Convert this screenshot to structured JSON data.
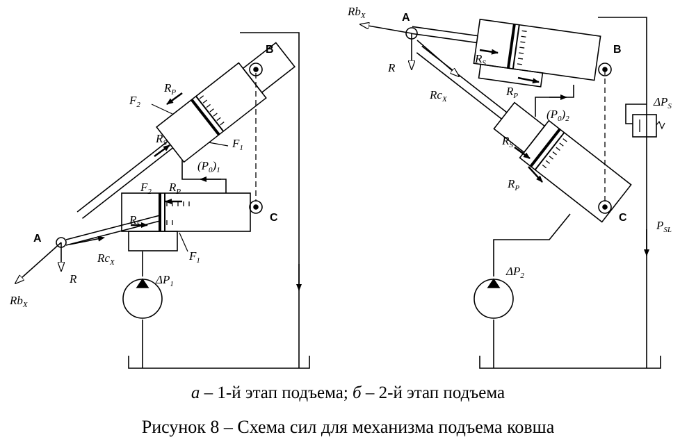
{
  "caption": {
    "a": "а",
    "stage1": "– 1-й этап подъема;",
    "b": "б",
    "stage2": "– 2-й этап подъема",
    "title": "Рисунок 8 – Схема сил для механизма подъема ковша"
  },
  "left": {
    "A": "A",
    "B": "B",
    "C": "C",
    "R": "R",
    "Rb": "Rb",
    "Rb_sub": "X",
    "Rc": "Rc",
    "Rc_sub": "X",
    "F2": "F",
    "F2_sub": "2",
    "F1": "F",
    "F1_sub": "1",
    "Rp": "R",
    "Rp_sub": "P",
    "Rs": "R",
    "Rs_sub": "S",
    "P0": "(P",
    "P0_sub": "0",
    "P0_close": ")",
    "P0_sub2": "1",
    "dP": "ΔP",
    "dP_sub": "1"
  },
  "right": {
    "A": "A",
    "B": "B",
    "C": "C",
    "R": "R",
    "Rb": "Rb",
    "Rb_sub": "X",
    "Rc": "Rc",
    "Rc_sub": "X",
    "Rp": "R",
    "Rp_sub": "P",
    "Rs": "R",
    "Rs_sub": "S",
    "P0": "(P",
    "P0_sub": "0",
    "P0_close": ")",
    "P0_sub2": "2",
    "dP": "ΔP",
    "dP_sub": "2",
    "dPs": "ΔP",
    "dPs_sub": "S",
    "Psl": "P",
    "Psl_sub": "SL"
  }
}
